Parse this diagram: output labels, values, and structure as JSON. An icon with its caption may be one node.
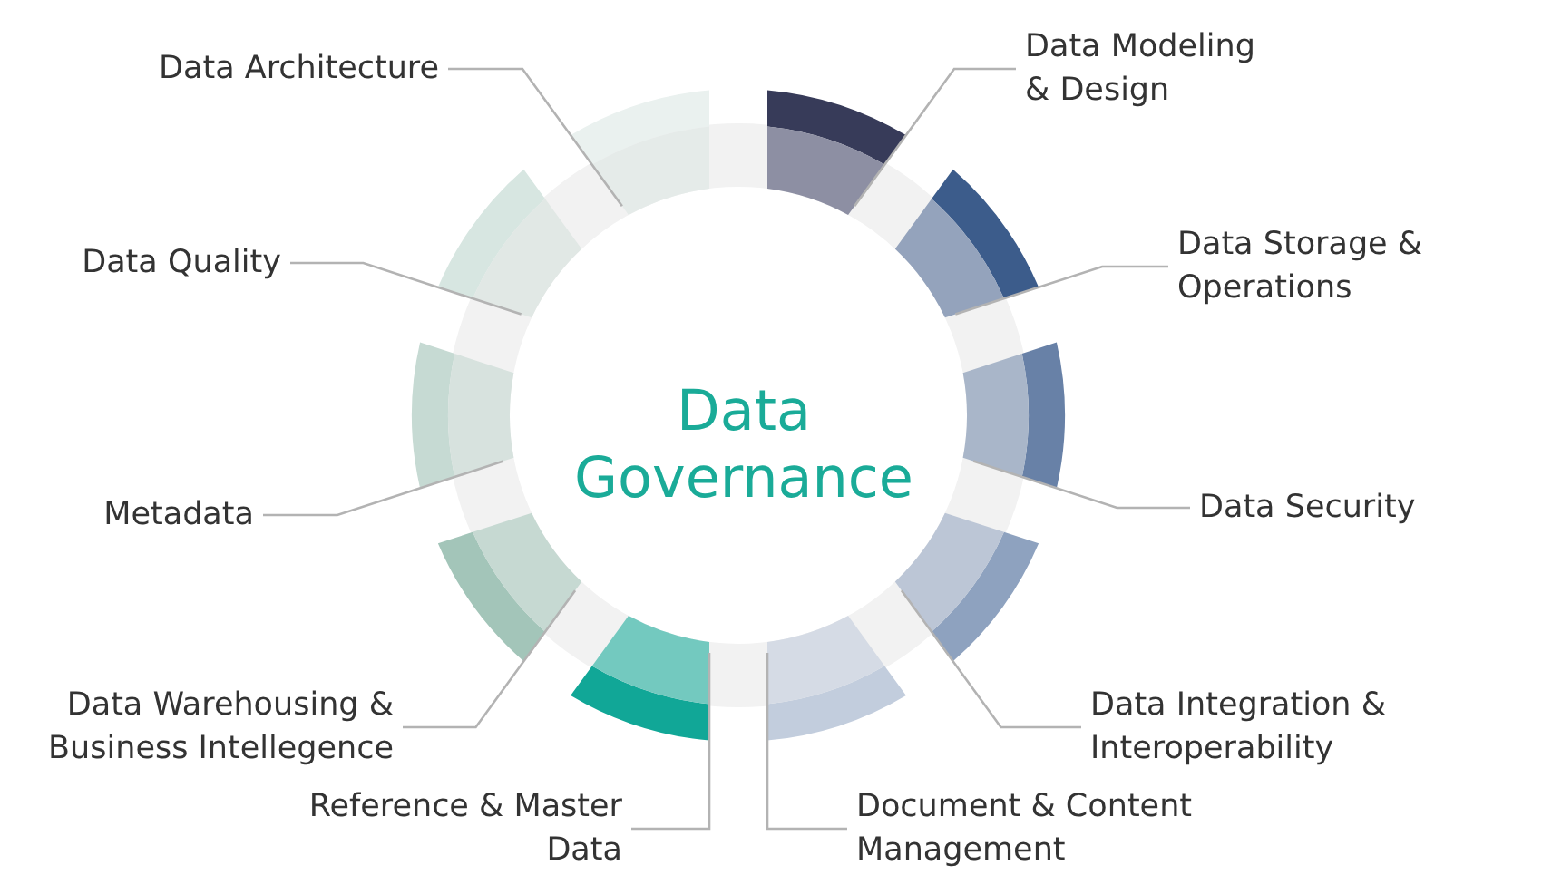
{
  "diagram": {
    "nodes": [
      {
        "text": [
          "Data Governance"
        ]
      },
      {
        "text": [
          "Data Modeling & Design"
        ]
      },
      {
        "text": [
          "Data Storage & Operations"
        ]
      },
      {
        "text": [
          "Data Security"
        ]
      },
      {
        "text": [
          "Data Integration & Interoperability"
        ]
      },
      {
        "text": [
          "Document & Content Management"
        ]
      },
      {
        "text": [
          "Reference & Master Data"
        ]
      },
      {
        "text": [
          "Data Warehousing & Business Intellegence"
        ]
      },
      {
        "text": [
          "Metadata"
        ]
      },
      {
        "text": [
          "Data Quality"
        ]
      },
      {
        "text": [
          "Data Architecture"
        ]
      },
      {
        "text": [],
        "shape": "arc"
      },
      {
        "text": [],
        "shape": "arc"
      },
      {
        "text": [],
        "shape": "arc"
      },
      {
        "text": [],
        "shape": "arc"
      },
      {
        "text": [],
        "shape": "arc"
      },
      {
        "text": [],
        "shape": "arc"
      },
      {
        "text": [],
        "shape": "arc"
      },
      {
        "text": [],
        "shape": "arc"
      },
      {
        "text": [],
        "shape": "arc"
      },
      {
        "text": [],
        "shape": "arc"
      }
    ],
    "edges": [
      {
        "from": 1,
        "to": 11,
        "arrow": "none"
      },
      {
        "from": 2,
        "to": 12,
        "arrow": "none"
      },
      {
        "from": 3,
        "to": 13,
        "arrow": "none"
      },
      {
        "from": 4,
        "to": 14,
        "arrow": "none"
      },
      {
        "from": 5,
        "to": 15,
        "arrow": "none"
      },
      {
        "from": 6,
        "to": 16,
        "arrow": "none"
      },
      {
        "from": 7,
        "to": 17,
        "arrow": "none"
      },
      {
        "from": 8,
        "to": 18,
        "arrow": "none"
      },
      {
        "from": 9,
        "to": 19,
        "arrow": "none"
      },
      {
        "from": 10,
        "to": 20,
        "arrow": "none"
      }
    ]
  }
}
